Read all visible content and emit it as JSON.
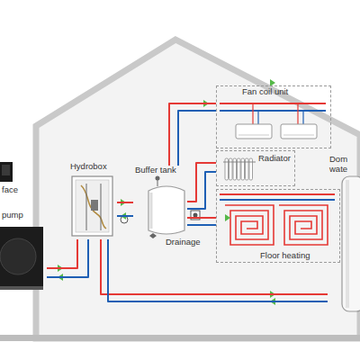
{
  "diagram": {
    "nodes": [
      {
        "text": [
          "pump"
        ]
      },
      {
        "text": [
          "Hydrobox"
        ]
      },
      {
        "text": [
          "Buffer tank"
        ]
      },
      {
        "text": [
          "Fan coil unit"
        ]
      },
      {
        "text": [
          "Radiator"
        ]
      },
      {
        "text": [
          "Floor heating"
        ]
      },
      {
        "text": [
          "Dom wate"
        ]
      }
    ],
    "edges": [
      {
        "from": 0,
        "to": 1,
        "arrow": "none"
      },
      {
        "from": 1,
        "to": 2,
        "arrow": "none"
      },
      {
        "from": 2,
        "to": 3,
        "arrow": "none"
      },
      {
        "from": 2,
        "to": 4,
        "arrow": "none"
      },
      {
        "from": 2,
        "to": 5,
        "arrow": "none"
      },
      {
        "from": 1,
        "to": 6,
        "arrow": "none"
      }
    ],
    "labels": [
      "face",
      "Drainage"
    ]
  }
}
